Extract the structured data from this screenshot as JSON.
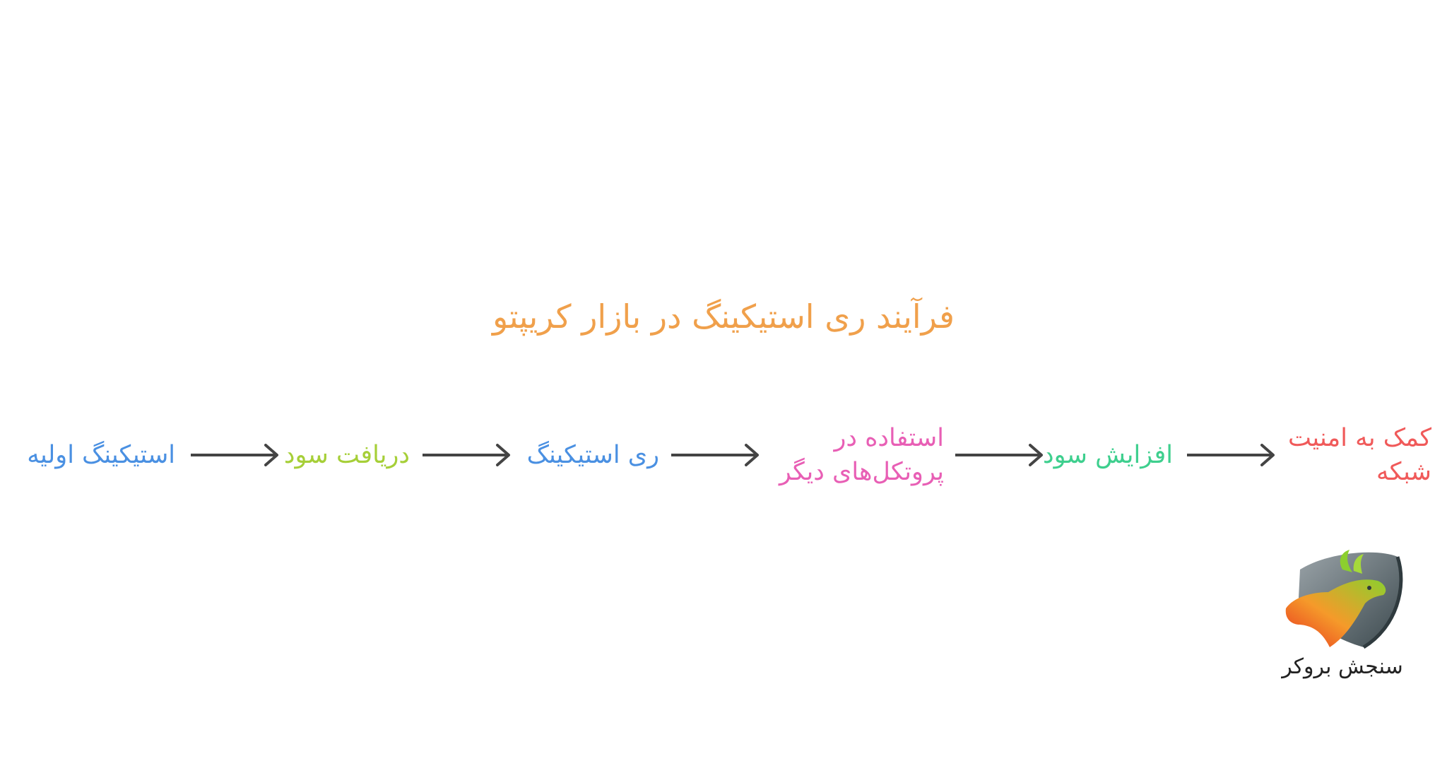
{
  "diagram": {
    "title": "فرآیند ری استیکینگ در بازار کریپتو",
    "title_color": "#f0a04b",
    "arrow_color": "#444444",
    "steps": [
      {
        "lines": [
          "استیکینگ اولیه"
        ],
        "color": "#4a90e2"
      },
      {
        "lines": [
          "دریافت سود"
        ],
        "color": "#a6cf38"
      },
      {
        "lines": [
          "ری استیکینگ"
        ],
        "color": "#4a90e2"
      },
      {
        "lines": [
          "استفاده در",
          "پروتکل‌های دیگر"
        ],
        "color": "#e85fb5"
      },
      {
        "lines": [
          "افزایش سود"
        ],
        "color": "#3ecf8e"
      },
      {
        "lines": [
          "کمک به امنیت",
          "شبکه"
        ],
        "color": "#f05a5a"
      }
    ]
  },
  "logo": {
    "text": "سنجش بروکر",
    "icon": "bull-shield-logo"
  }
}
